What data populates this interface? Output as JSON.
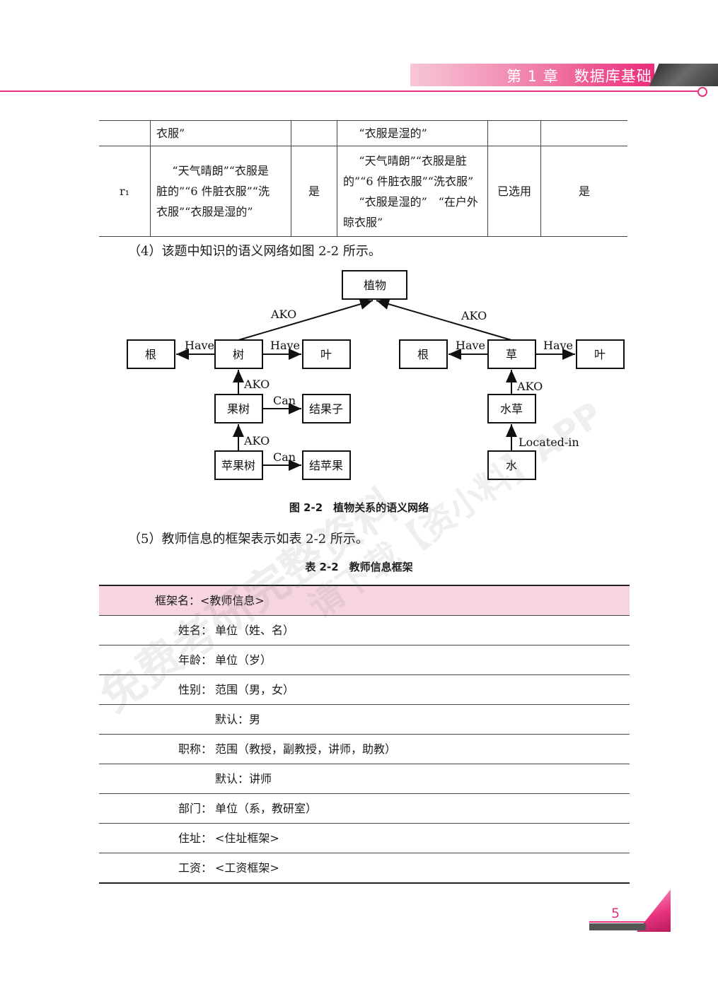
{
  "header": {
    "chapter_title": "第 1 章　数据库基础"
  },
  "top_table": {
    "row1": {
      "c1": "",
      "c2": "衣服”",
      "c3": "",
      "c4": "“衣服是湿的”",
      "c5": "",
      "c6": ""
    },
    "row2": {
      "c1": "r₁",
      "c2_lines": [
        "“天气晴朗”“衣服是",
        "脏的”“6 件脏衣服”“洗",
        "衣服”“衣服是湿的”"
      ],
      "c3": "是",
      "c4_lines": [
        "“天气晴朗”“衣服是脏",
        "的”“6 件脏衣服”“洗衣服”",
        "“衣服是湿的”　“在户外",
        "晾衣服”"
      ],
      "c5": "已选用",
      "c6": "是"
    }
  },
  "para4": "（4）该题中知识的语义网络如图 2-2 所示。",
  "diagram": {
    "nodes": {
      "plant": "植物",
      "root_left": "根",
      "tree": "树",
      "leaf_left": "叶",
      "fruit_tree": "果树",
      "bear_fruit": "结果子",
      "apple_tree": "苹果树",
      "bear_apple": "结苹果",
      "root_right": "根",
      "grass": "草",
      "leaf_right": "叶",
      "water_grass": "水草",
      "water": "水"
    },
    "edges": {
      "ako_tree": "AKO",
      "ako_grass": "AKO",
      "have_tree_root": "Have",
      "have_tree_leaf": "Have",
      "ako_fruit": "AKO",
      "can_fruit": "Can",
      "ako_apple": "AKO",
      "can_apple": "Can",
      "have_grass_root": "Have",
      "have_grass_leaf": "Have",
      "ako_water_grass": "AKO",
      "located_in": "Located-in"
    }
  },
  "figure_caption": "图 2-2　植物关系的语义网络",
  "para5": "（5）教师信息的框架表示如表 2-2 所示。",
  "table_caption": "表 2-2　教师信息框架",
  "frame_table": {
    "header": "框架名：<教师信息>",
    "rows": [
      {
        "key": "姓名：",
        "value": "单位（姓、名）"
      },
      {
        "key": "年龄：",
        "value": "单位（岁）"
      },
      {
        "key": "性别：",
        "value": "范围（男，女）"
      },
      {
        "key": "",
        "value": "默认：男"
      },
      {
        "key": "职称：",
        "value": "范围（教授，副教授，讲师，助教）"
      },
      {
        "key": "",
        "value": "默认：讲师"
      },
      {
        "key": "部门：",
        "value": "单位（系，教研室）"
      },
      {
        "key": "住址：",
        "value": "<住址框架>"
      },
      {
        "key": "工资：",
        "value": "<工资框架>"
      }
    ]
  },
  "watermark": {
    "line1": "免费考研完整资料",
    "line2": "请下载【资小料】APP"
  },
  "page_number": "5"
}
